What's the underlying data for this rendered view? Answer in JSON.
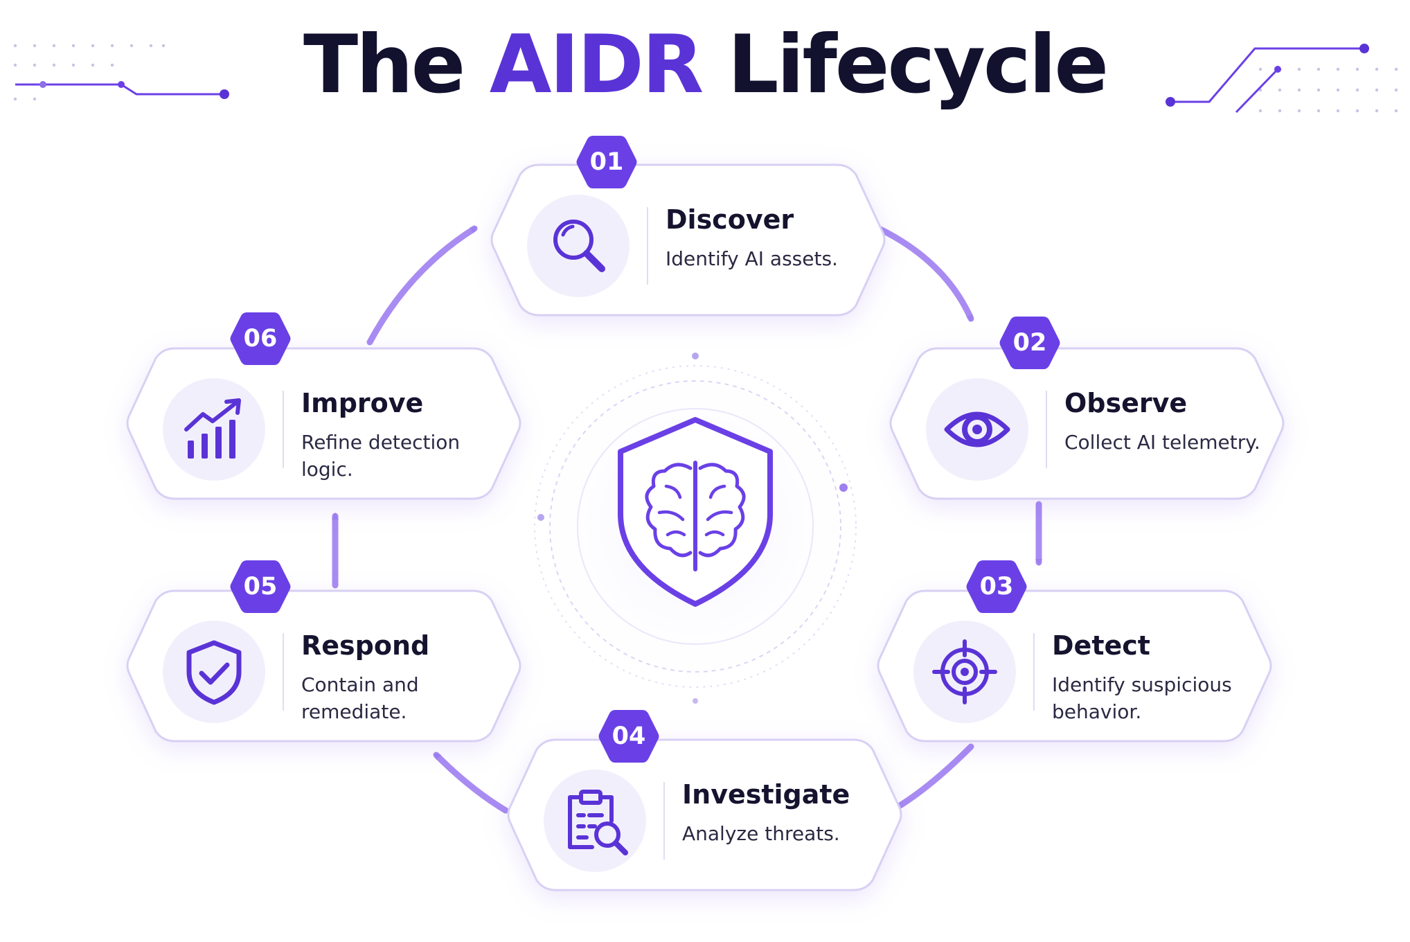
{
  "title": {
    "prefix": "The",
    "accent": "AIDR",
    "suffix": "Lifecycle"
  },
  "colors": {
    "accent": "#5a33d6",
    "badge": "#6a40e6",
    "title_dark": "#12112e",
    "card_border": "#d8d0f4",
    "arrow": "#9d7ff0",
    "icon_bg": "#f2effc"
  },
  "steps": [
    {
      "number": "01",
      "title": "Discover",
      "description": "Identify AI assets.",
      "icon": "magnifier-icon"
    },
    {
      "number": "02",
      "title": "Observe",
      "description": "Collect AI telemetry.",
      "icon": "eye-icon"
    },
    {
      "number": "03",
      "title": "Detect",
      "description": "Identify suspicious behavior.",
      "icon": "target-icon"
    },
    {
      "number": "04",
      "title": "Investigate",
      "description": "Analyze threats.",
      "icon": "clipboard-search-icon"
    },
    {
      "number": "05",
      "title": "Respond",
      "description": "Contain and remediate.",
      "icon": "shield-check-icon"
    },
    {
      "number": "06",
      "title": "Improve",
      "description": "Refine detection logic.",
      "icon": "chart-growth-icon"
    }
  ],
  "center": {
    "icon": "shield-brain-icon"
  }
}
